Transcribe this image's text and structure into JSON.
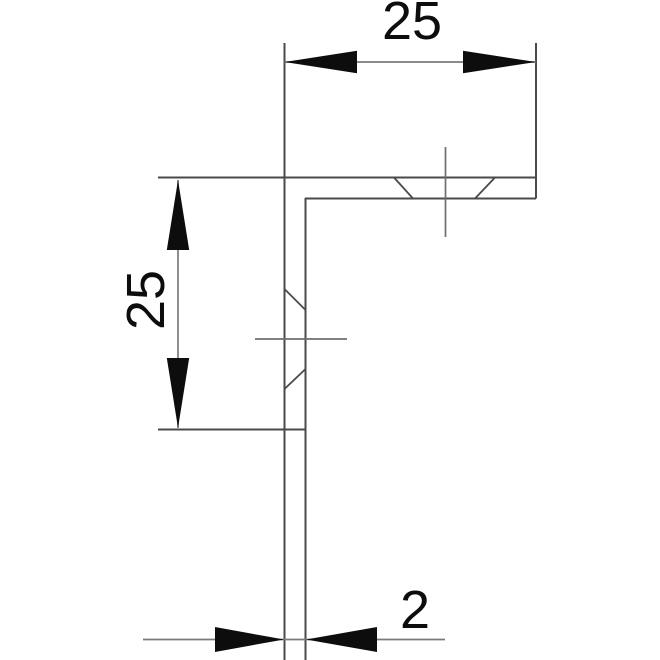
{
  "page": {
    "background": "#ffffff"
  },
  "drawing": {
    "name": "angle-profile-cross-section",
    "description": "Dimensioned technical cross-section drawing of an L-shaped angle profile",
    "dimensions": {
      "width": {
        "label": "25",
        "orientation": "horizontal",
        "position": "top"
      },
      "height": {
        "label": "25",
        "orientation": "vertical",
        "position": "left"
      },
      "thickness": {
        "label": "2",
        "orientation": "horizontal",
        "position": "bottom"
      }
    }
  },
  "colors": {
    "background": "#ffffff",
    "profile_line": "#4a4a4a",
    "dimension_line": "#7a7a7a",
    "centermark_line": "#6e6e6e",
    "accent": "#0d0d0d"
  }
}
